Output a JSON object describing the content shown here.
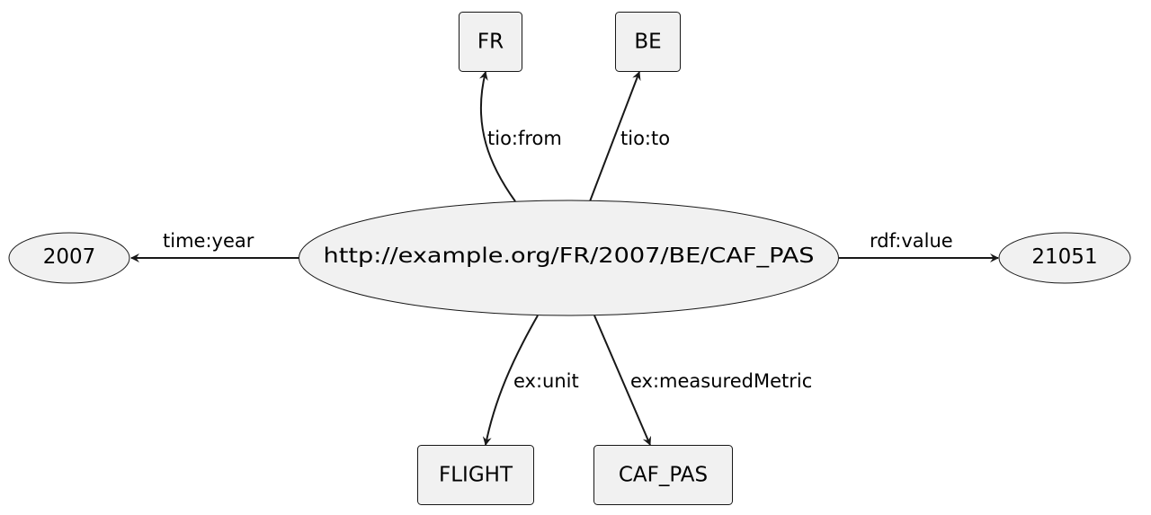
{
  "nodes": {
    "center": {
      "label": "http://example.org/FR/2007/BE/CAF_PAS",
      "shape": "ellipse"
    },
    "fr": {
      "label": "FR",
      "shape": "box"
    },
    "be": {
      "label": "BE",
      "shape": "box"
    },
    "year": {
      "label": "2007",
      "shape": "ellipse"
    },
    "value": {
      "label": "21051",
      "shape": "ellipse"
    },
    "flight": {
      "label": "FLIGHT",
      "shape": "box"
    },
    "caf_pas": {
      "label": "CAF_PAS",
      "shape": "box"
    }
  },
  "edges": {
    "from": {
      "label": "tio:from",
      "source": "center",
      "target": "fr"
    },
    "to": {
      "label": "tio:to",
      "source": "center",
      "target": "be"
    },
    "year": {
      "label": "time:year",
      "source": "center",
      "target": "year"
    },
    "value": {
      "label": "rdf:value",
      "source": "center",
      "target": "value"
    },
    "unit": {
      "label": "ex:unit",
      "source": "center",
      "target": "flight"
    },
    "metric": {
      "label": "ex:measuredMetric",
      "source": "center",
      "target": "caf_pas"
    }
  },
  "colors": {
    "node_fill": "#f1f1f1",
    "stroke": "#181818",
    "text": "#000000"
  }
}
